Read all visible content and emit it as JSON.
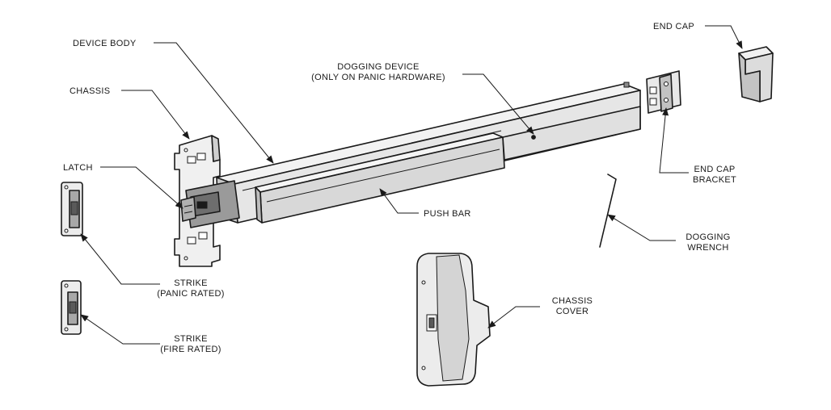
{
  "labels": {
    "device_body": "DEVICE BODY",
    "chassis": "CHASSIS",
    "latch": "LATCH",
    "dogging_device_line1": "DOGGING DEVICE",
    "dogging_device_line2": "(ONLY ON PANIC HARDWARE)",
    "end_cap": "END CAP",
    "end_cap_bracket_line1": "END CAP",
    "end_cap_bracket_line2": "BRACKET",
    "push_bar": "PUSH BAR",
    "dogging_wrench_line1": "DOGGING",
    "dogging_wrench_line2": "WRENCH",
    "strike_panic_line1": "STRIKE",
    "strike_panic_line2": "(PANIC RATED)",
    "strike_fire_line1": "STRIKE",
    "strike_fire_line2": "(FIRE RATED)",
    "chassis_cover_line1": "CHASSIS",
    "chassis_cover_line2": "COVER"
  },
  "colors": {
    "stroke": "#1a1a1a",
    "body_fill": "#e6e6e6",
    "shade_fill": "#c8c8c8",
    "dark_fill": "#8a8a8a",
    "bar_fill": "#d8d8d8"
  }
}
